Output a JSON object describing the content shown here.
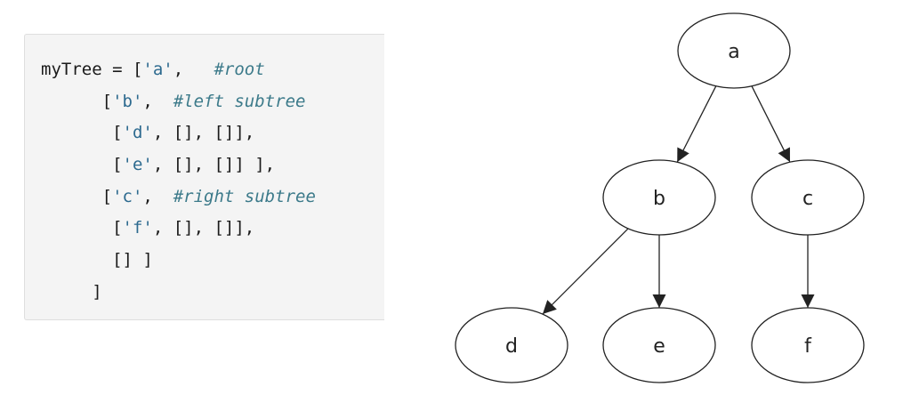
{
  "code": {
    "lines": [
      [
        {
          "t": "myTree = [",
          "k": "default"
        },
        {
          "t": "'a'",
          "k": "str"
        },
        {
          "t": ",   ",
          "k": "default"
        },
        {
          "t": "#root",
          "k": "comment"
        }
      ],
      [
        {
          "t": "      [",
          "k": "default"
        },
        {
          "t": "'b'",
          "k": "str"
        },
        {
          "t": ",  ",
          "k": "default"
        },
        {
          "t": "#left subtree",
          "k": "comment"
        }
      ],
      [
        {
          "t": "       [",
          "k": "default"
        },
        {
          "t": "'d'",
          "k": "str"
        },
        {
          "t": ", [], []],",
          "k": "default"
        }
      ],
      [
        {
          "t": "       [",
          "k": "default"
        },
        {
          "t": "'e'",
          "k": "str"
        },
        {
          "t": ", [], []] ],",
          "k": "default"
        }
      ],
      [
        {
          "t": "      [",
          "k": "default"
        },
        {
          "t": "'c'",
          "k": "str"
        },
        {
          "t": ",  ",
          "k": "default"
        },
        {
          "t": "#right subtree",
          "k": "comment"
        }
      ],
      [
        {
          "t": "       [",
          "k": "default"
        },
        {
          "t": "'f'",
          "k": "str"
        },
        {
          "t": ", [], []],",
          "k": "default"
        }
      ],
      [
        {
          "t": "       [] ]",
          "k": "default"
        }
      ],
      [
        {
          "t": "     ]",
          "k": "default"
        }
      ]
    ]
  },
  "tree": {
    "nodes": [
      {
        "id": "a",
        "label": "a"
      },
      {
        "id": "b",
        "label": "b"
      },
      {
        "id": "c",
        "label": "c"
      },
      {
        "id": "d",
        "label": "d"
      },
      {
        "id": "e",
        "label": "e"
      },
      {
        "id": "f",
        "label": "f"
      }
    ],
    "edges": [
      {
        "from": "a",
        "to": "b"
      },
      {
        "from": "a",
        "to": "c"
      },
      {
        "from": "b",
        "to": "d"
      },
      {
        "from": "b",
        "to": "e"
      },
      {
        "from": "c",
        "to": "f"
      }
    ]
  }
}
